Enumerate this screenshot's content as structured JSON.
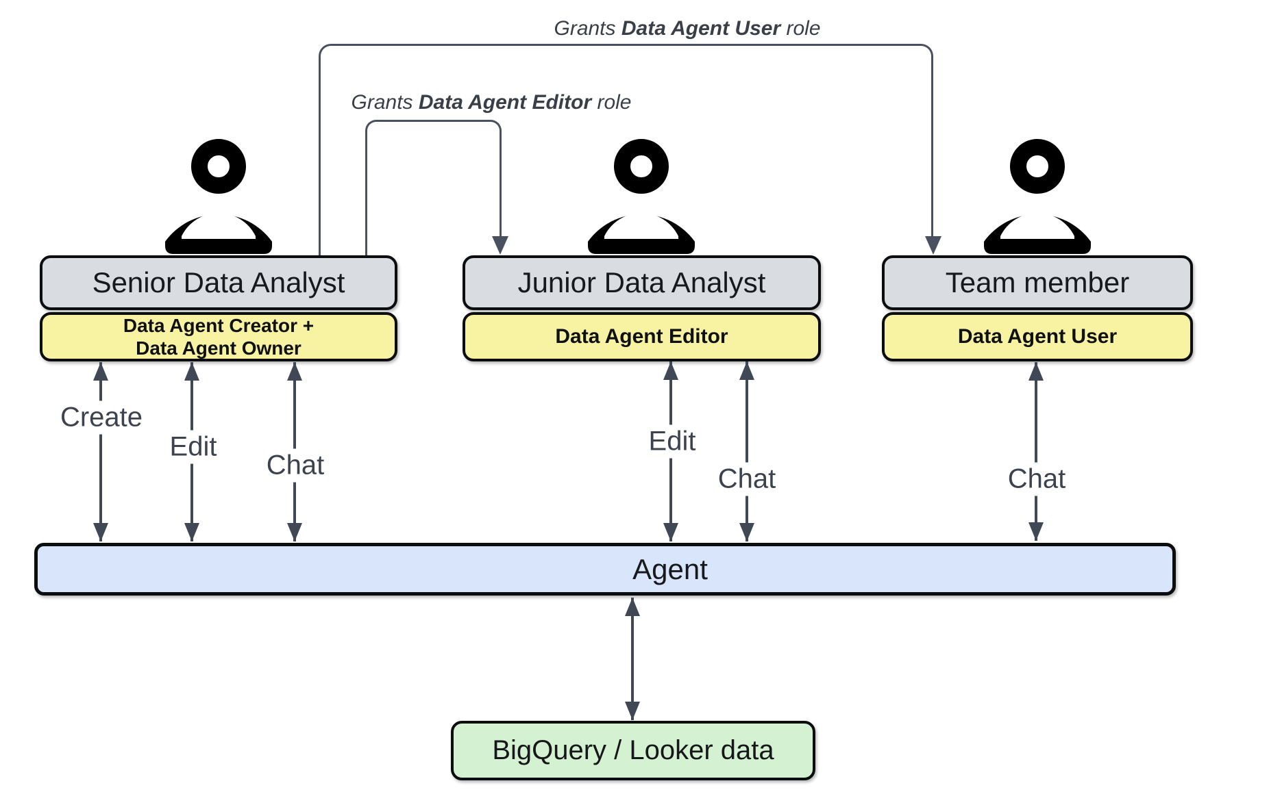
{
  "diagram": {
    "grants": {
      "user": {
        "prefix": "Grants ",
        "bold": "Data Agent User",
        "suffix": " role"
      },
      "editor": {
        "prefix": "Grants ",
        "bold": "Data Agent Editor",
        "suffix": " role"
      }
    },
    "actors": [
      {
        "title": "Senior Data Analyst",
        "role_line1": "Data Agent Creator +",
        "role_line2": "Data Agent Owner",
        "actions": [
          "Create",
          "Edit",
          "Chat"
        ]
      },
      {
        "title": "Junior Data Analyst",
        "role": "Data Agent Editor",
        "actions": [
          "Edit",
          "Chat"
        ]
      },
      {
        "title": "Team member",
        "role": "Data Agent User",
        "actions": [
          "Chat"
        ]
      }
    ],
    "agent": {
      "label": "Agent"
    },
    "datasource": {
      "label": "BigQuery / Looker data"
    },
    "colors": {
      "actor_fill": "#d9dce1",
      "role_fill": "#f8f2a3",
      "agent_fill": "#d9e5fb",
      "data_fill": "#d4f1d1",
      "arrow": "#414855",
      "connector": "#49505f",
      "action_text": "#3d434e",
      "grants_text": "#3a3f47",
      "box_border": "#0c0d0e"
    }
  }
}
